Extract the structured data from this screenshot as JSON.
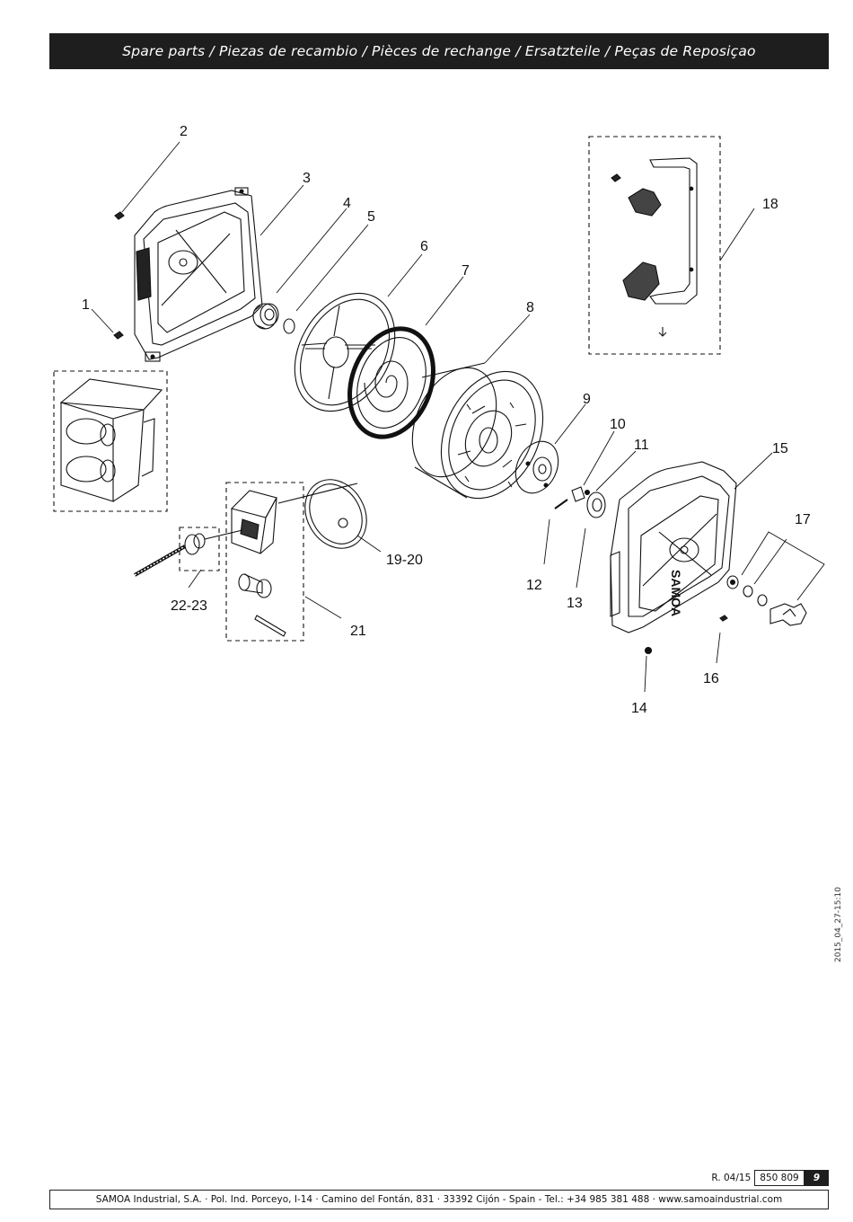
{
  "header": {
    "title": "Spare parts / Piezas de recambio / Pièces de rechange / Ersatzteile / Peças de Reposiçao"
  },
  "diagram": {
    "labels": [
      "1",
      "2",
      "3",
      "4",
      "5",
      "6",
      "7",
      "8",
      "9",
      "10",
      "11",
      "12",
      "13",
      "14",
      "15",
      "16",
      "17",
      "18",
      "19-20",
      "21",
      "22-23"
    ],
    "logo_text": "SAMOA"
  },
  "side_stamp": "2015_04_27-15:10",
  "footer": {
    "revision": "R. 04/15",
    "reference": "850 809",
    "page": "9",
    "address": "SAMOA Industrial, S.A. · Pol. Ind. Porceyo, I-14 · Camino del Fontán, 831 · 33392 Cijón - Spain - Tel.: +34 985 381 488 · www.samoaindustrial.com"
  }
}
